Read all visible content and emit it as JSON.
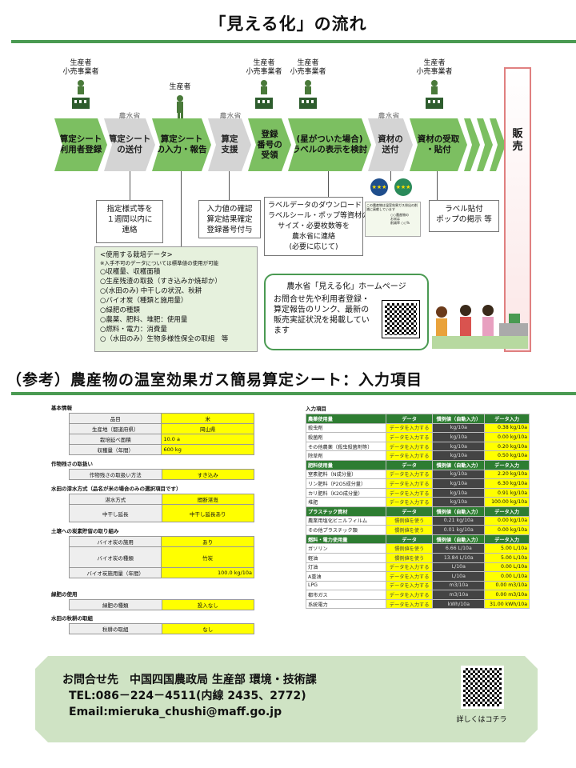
{
  "title": "「見える化」の流れ",
  "actors": {
    "a1": "生産者\n小売事業者",
    "a2": "生産者",
    "a3": "生産者\n小売事業者",
    "a4": "生産者\n小売事業者"
  },
  "maff": "農水省",
  "steps": [
    "算定シート\n利用者登録",
    "算定シート\nの送付",
    "算定シート\nの入力・報告",
    "算定\n支援",
    "登録\n番号の\n受領",
    "(星がついた場合)\nラベルの表示を検討",
    "資材の\n送付",
    "資材の受取\n・貼付"
  ],
  "sale": "販\n売",
  "notes": {
    "n1": "指定様式等を\n１週間以内に\n連絡",
    "n2": "入力値の確認\n算定結果確定\n登録番号付与",
    "n3": "ラベルデータのダウンロード\nラベルシール・ポップ等資材の\nサイズ・必要枚数等を\n農水省に連絡\n(必要に応じて)",
    "n4": "ラベル貼付\nポップの掲示 等"
  },
  "data_box": {
    "head": "<使用する栽培データ>",
    "note": "※入手不可のデータについては標準値の使用が可能",
    "items": [
      "○収穫量、収穫面積",
      "○生産残渣の取扱（すき込みか焼却か）",
      "○(水田のみ) 中干しの状況、秋耕",
      "○バイオ炭（種類と施用量）",
      "○緑肥の種類",
      "○農薬、肥料、堆肥：使用量",
      "○燃料・電力：消費量",
      "○（水田のみ）生物多様性保全の取組　等"
    ]
  },
  "hp": {
    "title": "農水省「見える化」ホームページ",
    "text": "お問合せ先や利用者登録・\n算定報告のリンク、最新の\n販売実証状況を掲載してい\nます"
  },
  "label_img": {
    "t1": "この農産物は温室効果ガス排出の削減に貢献しています",
    "t2": "○○農産物の\nお米は\n削減率 ○○%"
  },
  "section2": "（参考）農産物の温室効果ガス簡易算定シート：入力項目",
  "left_tbl": {
    "basic": "基本情報",
    "rows1": [
      [
        "品目",
        "米"
      ],
      [
        "生産地（都道府県）",
        "岡山県"
      ],
      [
        "栽培延べ面積",
        "10.0 a"
      ],
      [
        "収穫量（年間）",
        "600 kg"
      ]
    ],
    "res_h": "作物残さの取扱い",
    "res": [
      [
        "作物残さの取扱い方法",
        "すき込み"
      ]
    ],
    "water_h": "水田の漆水方式（品名が米の場合のみの選択項目です）",
    "water": [
      [
        "湛水方式",
        "間断湛漑"
      ],
      [
        "中干し延長",
        "中干し延長あり"
      ]
    ],
    "soil_h": "土壌への炭素貯留の取り組み",
    "soil": [
      [
        "バイオ炭の施用",
        "あり"
      ],
      [
        "バイオ炭の種類",
        "竹炭"
      ],
      [
        "バイオ炭施用量（年間）",
        "100.0 kg/10a"
      ]
    ],
    "gm_h": "緑肥の使用",
    "gm": [
      [
        "緑肥の種類",
        "投入なし"
      ]
    ],
    "fall_h": "水田の秋耕の取組",
    "fall": [
      [
        "秋耕の取組",
        "なし"
      ]
    ]
  },
  "right_tbl": {
    "title": "入力項目",
    "hdr": [
      "データ",
      "慣例値（自動入力）",
      "データ入力"
    ],
    "groups": [
      {
        "name": "農薬使用量",
        "rows": [
          [
            "殺虫剤",
            "データを入力する",
            "kg/10a",
            "0.38 kg/10a"
          ],
          [
            "殺菌剤",
            "データを入力する",
            "kg/10a",
            "0.00 kg/10a"
          ],
          [
            "その他農薬（殺虫殺菌剤等）",
            "データを入力する",
            "kg/10a",
            "0.20 kg/10a"
          ],
          [
            "除草剤",
            "データを入力する",
            "kg/10a",
            "0.50 kg/10a"
          ]
        ]
      },
      {
        "name": "肥料使用量",
        "rows": [
          [
            "窒素肥料（N成分量）",
            "データを入力する",
            "kg/10a",
            "2.20 kg/10a"
          ],
          [
            "リン肥料（P2O5成分量）",
            "データを入力する",
            "kg/10a",
            "6.30 kg/10a"
          ],
          [
            "カリ肥料（K2O成分量）",
            "データを入力する",
            "kg/10a",
            "0.91 kg/10a"
          ],
          [
            "堆肥",
            "データを入力する",
            "kg/10a",
            "100.00 kg/10a"
          ]
        ]
      },
      {
        "name": "プラスチック資材",
        "rows": [
          [
            "農業用塩化ビニルフィルム",
            "慣例値を使う",
            "0.21 kg/10a",
            "0.00 kg/10a"
          ],
          [
            "その他プラスチック類",
            "慣例値を使う",
            "0.01 kg/10a",
            "0.00 kg/10a"
          ]
        ]
      },
      {
        "name": "燃料・電力使用量",
        "rows": [
          [
            "ガソリン",
            "慣例値を使う",
            "6.66 L/10a",
            "5.00 L/10a"
          ],
          [
            "軽油",
            "慣例値を使う",
            "13.84 L/10a",
            "5.00 L/10a"
          ],
          [
            "灯油",
            "データを入力する",
            "L/10a",
            "0.00 L/10a"
          ],
          [
            "A重油",
            "データを入力する",
            "L/10a",
            "0.00 L/10a"
          ],
          [
            "LPG",
            "データを入力する",
            "m3/10a",
            "0.00 m3/10a"
          ],
          [
            "都市ガス",
            "データを入力する",
            "m3/10a",
            "0.00 m3/10a"
          ],
          [
            "系統電力",
            "データを入力する",
            "kWh/10a",
            "31.00 kWh/10a"
          ]
        ]
      }
    ]
  },
  "contact": {
    "l1": "お問合せ先　中国四国農政局 生産部 環境・技術課",
    "l2": "TEL:086－224－4511(内線 2435、2772)",
    "l3": "Email:mieruka_chushi@maff.go.jp",
    "qr": "詳しくはコチラ"
  }
}
